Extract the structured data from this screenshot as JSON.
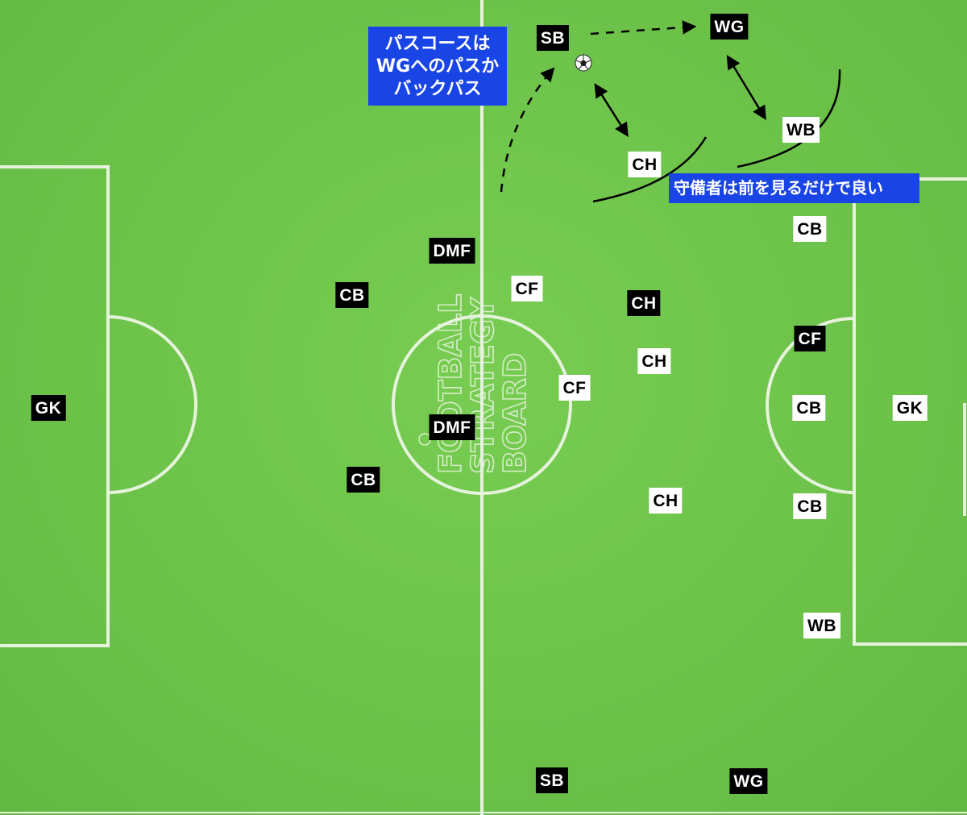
{
  "notes": {
    "pass_course": [
      "パスコースは",
      "WGへのパスか",
      "バックパス"
    ],
    "defender": "守備者は前を見るだけで良い"
  },
  "watermark": {
    "line1": "FOOTBALL",
    "line2": "STRATEGY",
    "line3": "BOARD"
  },
  "players": [
    {
      "id": "black-sb-top",
      "label": "SB",
      "style": "black"
    },
    {
      "id": "white-wg-top",
      "label": "WG",
      "style": "black"
    },
    {
      "id": "white-wb-top",
      "label": "WB",
      "style": "white"
    },
    {
      "id": "white-ch-top",
      "label": "CH",
      "style": "white"
    },
    {
      "id": "white-cb-right-top",
      "label": "CB",
      "style": "white"
    },
    {
      "id": "black-dmf-top",
      "label": "DMF",
      "style": "black"
    },
    {
      "id": "black-cb-upper",
      "label": "CB",
      "style": "black"
    },
    {
      "id": "white-cf-left",
      "label": "CF",
      "style": "white"
    },
    {
      "id": "black-ch-mid",
      "label": "CH",
      "style": "black"
    },
    {
      "id": "black-cf-right",
      "label": "CF",
      "style": "black"
    },
    {
      "id": "white-ch-mid",
      "label": "CH",
      "style": "white"
    },
    {
      "id": "white-cf-center",
      "label": "CF",
      "style": "white"
    },
    {
      "id": "black-gk-left",
      "label": "GK",
      "style": "black"
    },
    {
      "id": "white-cb-right-mid",
      "label": "CB",
      "style": "white"
    },
    {
      "id": "white-gk-right",
      "label": "GK",
      "style": "white"
    },
    {
      "id": "black-dmf-center",
      "label": "DMF",
      "style": "black"
    },
    {
      "id": "black-cb-lower",
      "label": "CB",
      "style": "black"
    },
    {
      "id": "white-ch-lower",
      "label": "CH",
      "style": "white"
    },
    {
      "id": "white-cb-right-low",
      "label": "CB",
      "style": "white"
    },
    {
      "id": "white-wb-bottom",
      "label": "WB",
      "style": "white"
    },
    {
      "id": "black-sb-bottom",
      "label": "SB",
      "style": "black"
    },
    {
      "id": "black-wg-bottom",
      "label": "WG",
      "style": "black"
    }
  ],
  "colors": {
    "pitch": "#6cc249",
    "lines": "#e8f5e0",
    "note_bg": "#1a45e6",
    "arrow": "#000000"
  }
}
